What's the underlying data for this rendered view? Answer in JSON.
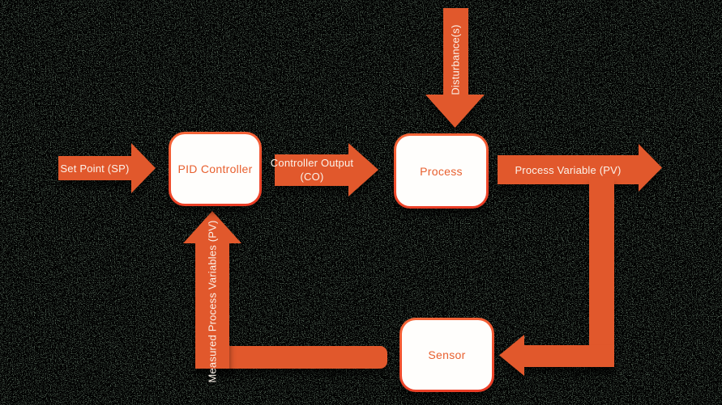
{
  "colors": {
    "background_green": "#4d5e50",
    "arrow_orange": "#e1582c",
    "box_border_light": "#f5683a",
    "box_border_dark": "#eb3a25",
    "box_fill": "#fffefc",
    "box_text": "#e8602f",
    "arrow_label_text": "#fbf2e9"
  },
  "diagram": {
    "set_point_label": "Set Point (SP)",
    "pid_box_label": "PID Controller",
    "controller_output_line1": "Controller Output",
    "controller_output_line2": "(CO)",
    "disturbance_label": "Disturbance(s)",
    "process_box_label": "Process",
    "process_variable_label": "Process Variable (PV)",
    "sensor_box_label": "Sensor",
    "measured_pv_label": "Measured Process Variables (PV)"
  }
}
